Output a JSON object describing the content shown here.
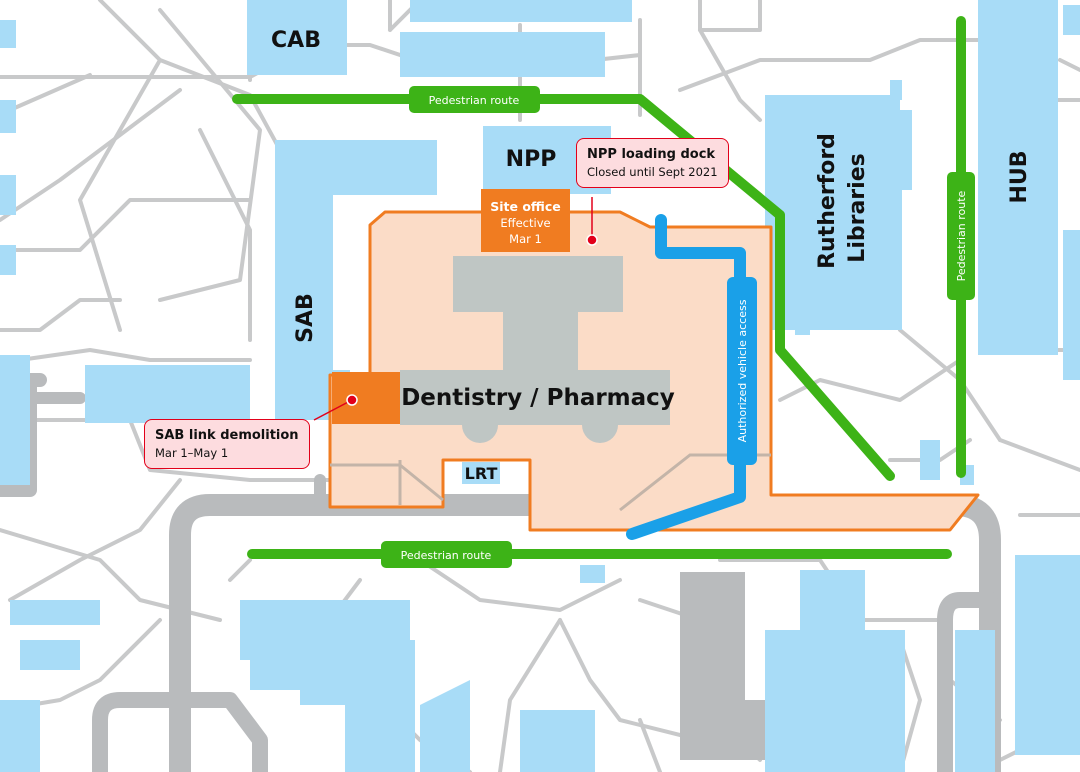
{
  "map": {
    "buildings": {
      "cab": "CAB",
      "npp": "NPP",
      "sab": "SAB",
      "rutherford_line1": "Rutherford",
      "rutherford_line2": "Libraries",
      "hub": "HUB",
      "lrt": "LRT",
      "dentistry_pharmacy": "Dentistry / Pharmacy"
    },
    "routes": {
      "pedestrian_top": "Pedestrian route",
      "pedestrian_bottom": "Pedestrian route",
      "pedestrian_right": "Pedestrian route",
      "vehicle_access": "Authorized vehicle access"
    },
    "site_office": {
      "title": "Site office",
      "line1": "Effective",
      "line2": "Mar 1"
    },
    "callouts": {
      "npp_dock": {
        "title": "NPP loading dock",
        "subtitle": "Closed until Sept 2021"
      },
      "sab_link": {
        "title": "SAB link demolition",
        "subtitle": "Mar 1–May 1"
      }
    },
    "colors": {
      "building": "#a8dcf7",
      "path": "#c8c9ca",
      "road": "#b9bbbd",
      "pedestrian_route": "#3db317",
      "vehicle_access": "#1aa0e8",
      "construction_fill": "#fbdcc7",
      "construction_border": "#f07c21",
      "dentistry_building": "#bfc6c4",
      "callout_fill": "#fddcdf",
      "callout_border": "#e2001a"
    }
  }
}
